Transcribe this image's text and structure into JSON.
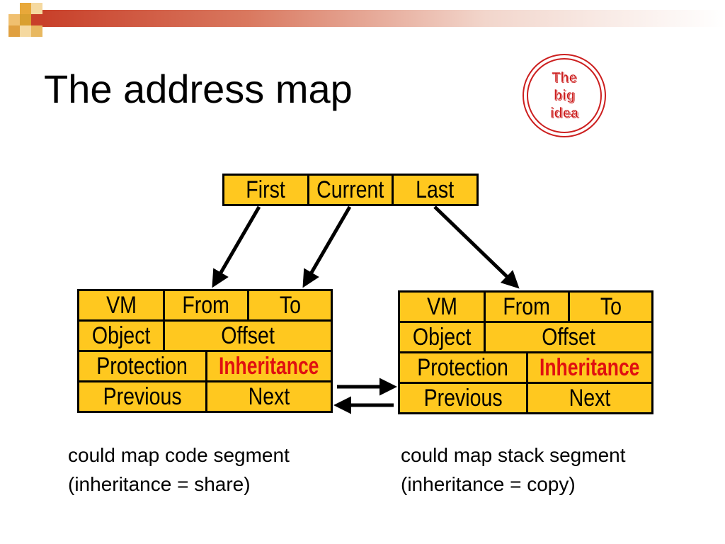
{
  "slide": {
    "title": "The address map"
  },
  "badge": {
    "line1": "The",
    "line2": "big",
    "line3": "idea"
  },
  "header_table": {
    "first": "First",
    "current": "Current",
    "last": "Last"
  },
  "left_entry": {
    "vm": "VM",
    "from": "From",
    "to": "To",
    "object": "Object",
    "offset": "Offset",
    "protection": "Protection",
    "inheritance": "Inheritance",
    "previous": "Previous",
    "next": "Next"
  },
  "right_entry": {
    "vm": "VM",
    "from": "From",
    "to": "To",
    "object": "Object",
    "offset": "Offset",
    "protection": "Protection",
    "inheritance": "Inheritance",
    "previous": "Previous",
    "next": "Next"
  },
  "captions": {
    "left_line1": "could map code segment",
    "left_line2": "(inheritance = share)",
    "right_line1": "could map stack segment",
    "right_line2": "(inheritance = copy)"
  },
  "colors": {
    "cell_fill": "#ffc81f",
    "highlight_text": "#e01010",
    "badge": "#cc1f1f"
  }
}
